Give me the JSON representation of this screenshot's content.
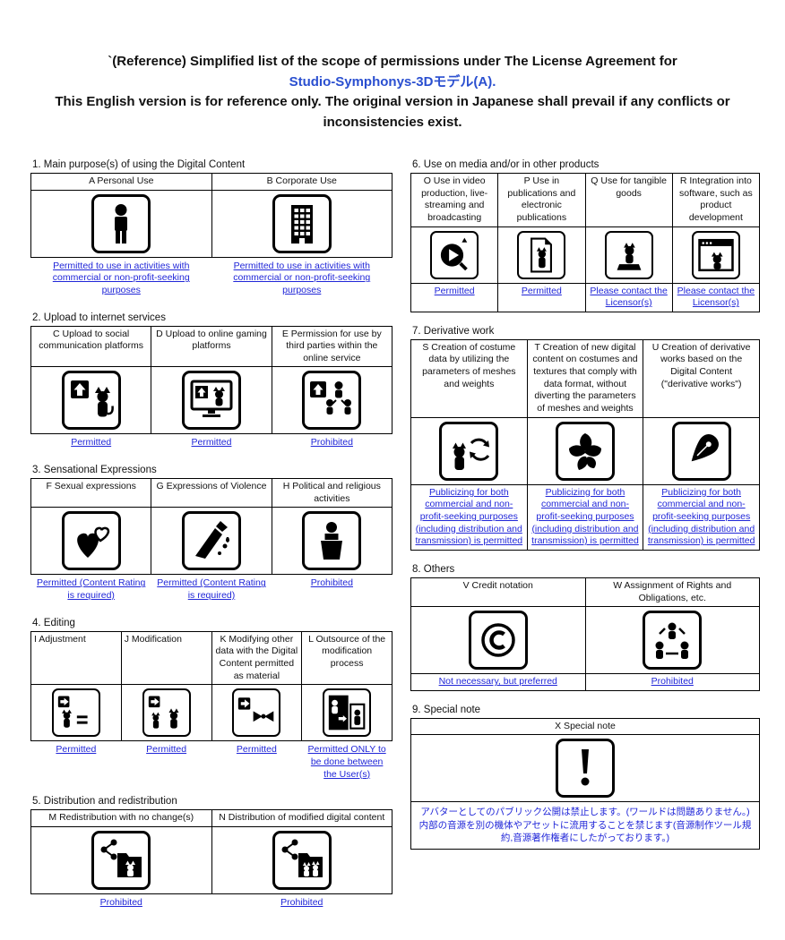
{
  "page": {
    "title_line1": "`(Reference) Simplified list of the scope of permissions under The License Agreement for",
    "title_line2": "Studio-Symphonys-3Dモデル(A).",
    "title_line3": "This English version is for reference only. The original version in Japanese shall prevail if any conflicts or inconsistencies exist."
  },
  "colors": {
    "status_blue": "#2026d8",
    "title_blue": "#2a4fd0",
    "border_black": "#000000"
  },
  "sections": {
    "s1": {
      "heading": "1. Main purpose(s) of using the Digital Content",
      "cols": [
        {
          "label": "A Personal Use",
          "icon": "person-icon",
          "status": "Permitted to use in activities with commercial or non-profit-seeking purposes"
        },
        {
          "label": "B  Corporate Use",
          "icon": "building-icon",
          "status": "Permitted to use in activities with commercial or non-profit-seeking purposes"
        }
      ]
    },
    "s2": {
      "heading": "2. Upload to internet services",
      "cols": [
        {
          "label": "C Upload to social communication platforms",
          "icon": "upload-social-icon",
          "status": "Permitted"
        },
        {
          "label": "D Upload to online gaming platforms",
          "icon": "upload-gaming-icon",
          "status": "Permitted"
        },
        {
          "label": "E Permission for use by third parties within the online service",
          "icon": "third-party-use-icon",
          "status": "Prohibited"
        }
      ]
    },
    "s3": {
      "heading": "3. Sensational Expressions",
      "cols": [
        {
          "label": "F Sexual expressions",
          "icon": "hearts-icon",
          "status": "Permitted (Content Rating is required)"
        },
        {
          "label": "G Expressions of Violence",
          "icon": "knife-icon",
          "status": "Permitted (Content Rating is required)"
        },
        {
          "label": "H Political and religious activities",
          "icon": "podium-speech-icon",
          "status": "Prohibited"
        }
      ]
    },
    "s4": {
      "heading": "4. Editing",
      "cols": [
        {
          "label": "I Adjustment",
          "icon": "adjustment-icon",
          "status": "Permitted"
        },
        {
          "label": "J Modification",
          "icon": "modification-icon",
          "status": "Permitted"
        },
        {
          "label": "K Modifying other data with the Digital Content permitted as material",
          "icon": "modify-material-icon",
          "status": "Permitted"
        },
        {
          "label": "L Outsource of the modification process",
          "icon": "outsource-icon",
          "status": "Permitted ONLY to be done between the User(s)"
        }
      ]
    },
    "s5": {
      "heading": "5. Distribution and redistribution",
      "cols": [
        {
          "label": "M Redistribution with no change(s)",
          "icon": "share-folder-icon",
          "status": "Prohibited"
        },
        {
          "label": "N Distribution of modified digital content",
          "icon": "share-modified-folder-icon",
          "status": "Prohibited"
        }
      ]
    },
    "s6": {
      "heading": "6. Use on media and/or in other products",
      "cols": [
        {
          "label": "O Use in video production, live-streaming and broadcasting",
          "icon": "video-play-icon",
          "status": "Permitted"
        },
        {
          "label": "P Use in publications and electronic publications",
          "icon": "publication-icon",
          "status": "Permitted"
        },
        {
          "label": "Q Use for tangible goods",
          "icon": "figurine-icon",
          "status": "Please contact the Licensor(s)"
        },
        {
          "label": "R Integration into software, such as product development",
          "icon": "software-window-icon",
          "status": "Please contact the Licensor(s)"
        }
      ]
    },
    "s7": {
      "heading": "7. Derivative work",
      "cols": [
        {
          "label": "S Creation of costume data by utilizing the parameters of meshes and weights",
          "icon": "costume-recycle-icon",
          "status": "Publicizing for both commercial and non-profit-seeking purposes (including distribution and transmission) is permitted"
        },
        {
          "label": "T Creation of new digital content on costumes and textures that comply with data format, without diverting the parameters of meshes and weights",
          "icon": "fabric-pieces-icon",
          "status": "Publicizing for both commercial and non-profit-seeking purposes (including distribution and transmission) is permitted"
        },
        {
          "label": "U Creation of derivative works based on the Digital Content (\"derivative works\")",
          "icon": "pen-nib-icon",
          "status": "Publicizing for both commercial and non-profit-seeking purposes (including distribution and transmission) is permitted"
        }
      ]
    },
    "s8": {
      "heading": "8. Others",
      "cols": [
        {
          "label": "V Credit notation",
          "icon": "copyright-icon",
          "status": "Not necessary, but preferred"
        },
        {
          "label": "W Assignment of Rights and Obligations, etc.",
          "icon": "assignment-icon",
          "status": "Prohibited"
        }
      ]
    },
    "s9": {
      "heading": "9. Special note",
      "cols": [
        {
          "label": "X Special note",
          "icon": "exclamation-icon",
          "status_line1": "アバターとしてのパブリック公開は禁止します。(ワールドは問題ありません。)",
          "status_line2": "内部の音源を別の機体やアセットに流用することを禁じます(音源制作ツール規約,音源著作権者にしたがっております。)"
        }
      ]
    }
  }
}
